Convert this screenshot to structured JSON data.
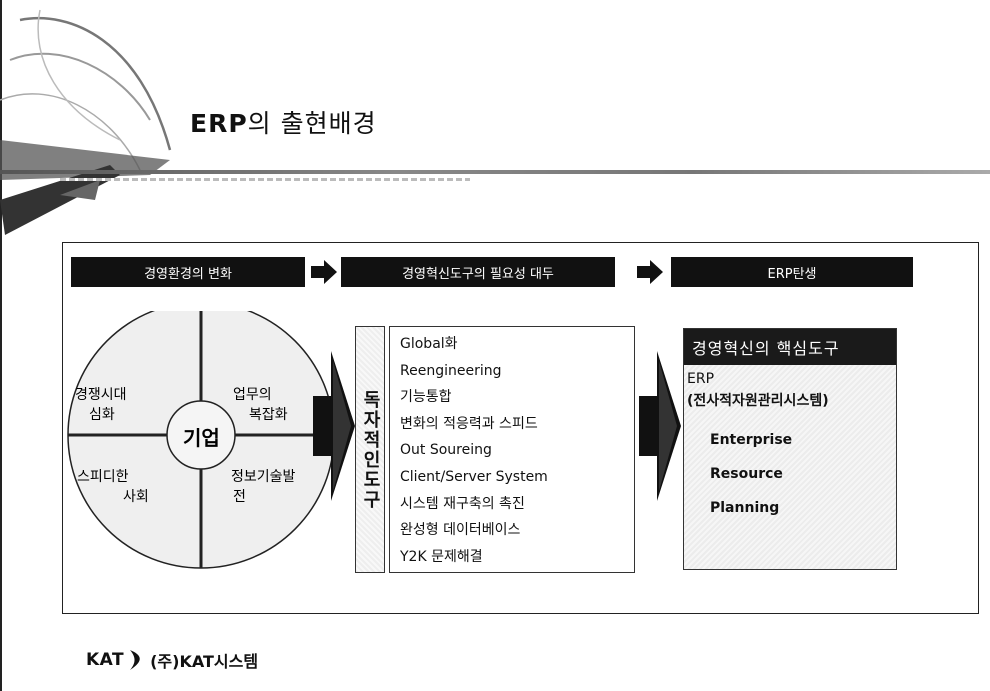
{
  "slide": {
    "title_bold": "ERP",
    "title_rest": "의 출현배경"
  },
  "flow": {
    "step1": "경영환경의 변화",
    "step2": "경영혁신도구의 필요성 대두",
    "step3": "ERP탄생"
  },
  "environment": {
    "center": "기업",
    "quadrants": [
      {
        "line1": "경쟁시대",
        "line2": "심화"
      },
      {
        "line1": "업무의",
        "line2": "복잡화"
      },
      {
        "line1": "스피디한",
        "line2": "사회"
      },
      {
        "line1": "정보기술발",
        "line2": "전"
      }
    ]
  },
  "tools": {
    "vertical_label": "독자적인도구",
    "items": [
      "Global화",
      "Reengineering",
      "기능통합",
      "변화의 적응력과 스피드",
      "Out Soureing",
      "Client/Server System",
      "시스템 재구축의 촉진",
      "완성형 데이터베이스",
      "Y2K 문제해결"
    ]
  },
  "core_tool": {
    "header": "경영혁신의 핵심도구",
    "erp": "ERP",
    "erp_full": "(전사적자원관리시스템)",
    "words": [
      "Enterprise",
      "Resource",
      "Planning"
    ]
  },
  "footer": {
    "logo_kat": "KAT",
    "company": "(주)KAT시스템"
  }
}
